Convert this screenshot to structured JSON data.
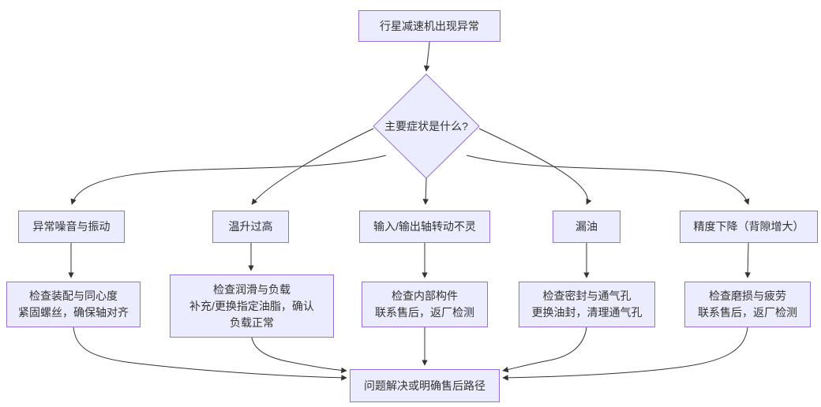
{
  "diagram": {
    "colors": {
      "node_fill": "#ECECFF",
      "node_border": "#9370DB",
      "edge_color": "#333333",
      "text_color": "#333333",
      "canvas_bg": "#FFFFFF"
    },
    "nodes": {
      "start": {
        "label": "行星减速机出现异常"
      },
      "decision": {
        "label": "主要症状是什么?"
      },
      "symptoms": [
        {
          "label": "异常噪音与振动"
        },
        {
          "label": "温升过高"
        },
        {
          "label": "输入/输出轴转动不灵"
        },
        {
          "label": "漏油"
        },
        {
          "label": "精度下降（背隙增大）"
        }
      ],
      "actions": [
        {
          "lines": [
            "检查装配与同心度",
            "紧固螺丝，确保轴对齐"
          ]
        },
        {
          "lines": [
            "检查润滑与负载",
            "补充/更换指定油脂，确认",
            "负载正常"
          ]
        },
        {
          "lines": [
            "检查内部构件",
            "联系售后，返厂检测"
          ]
        },
        {
          "lines": [
            "检查密封与通气孔",
            "更换油封，清理通气孔"
          ]
        },
        {
          "lines": [
            "检查磨损与疲劳",
            "联系售后，返厂检测"
          ]
        }
      ],
      "end": {
        "label": "问题解决或明确售后路径"
      }
    },
    "connections": [
      {
        "from": "行星减速机出现异常",
        "to": "主要症状是什么?"
      },
      {
        "from": "主要症状是什么?",
        "to": "异常噪音与振动"
      },
      {
        "from": "主要症状是什么?",
        "to": "温升过高"
      },
      {
        "from": "主要症状是什么?",
        "to": "输入/输出轴转动不灵"
      },
      {
        "from": "主要症状是什么?",
        "to": "漏油"
      },
      {
        "from": "主要症状是什么?",
        "to": "精度下降（背隙增大）"
      },
      {
        "from": "异常噪音与振动",
        "to": "检查装配与同心度"
      },
      {
        "from": "温升过高",
        "to": "检查润滑与负载"
      },
      {
        "from": "输入/输出轴转动不灵",
        "to": "检查内部构件"
      },
      {
        "from": "漏油",
        "to": "检查密封与通气孔"
      },
      {
        "from": "精度下降（背隙增大）",
        "to": "检查磨损与疲劳"
      },
      {
        "from": "检查装配与同心度",
        "to": "问题解决或明确售后路径"
      },
      {
        "from": "检查润滑与负载",
        "to": "问题解决或明确售后路径"
      },
      {
        "from": "检查内部构件",
        "to": "问题解决或明确售后路径"
      },
      {
        "from": "检查密封与通气孔",
        "to": "问题解决或明确售后路径"
      },
      {
        "from": "检查磨损与疲劳",
        "to": "问题解决或明确售后路径"
      }
    ]
  }
}
